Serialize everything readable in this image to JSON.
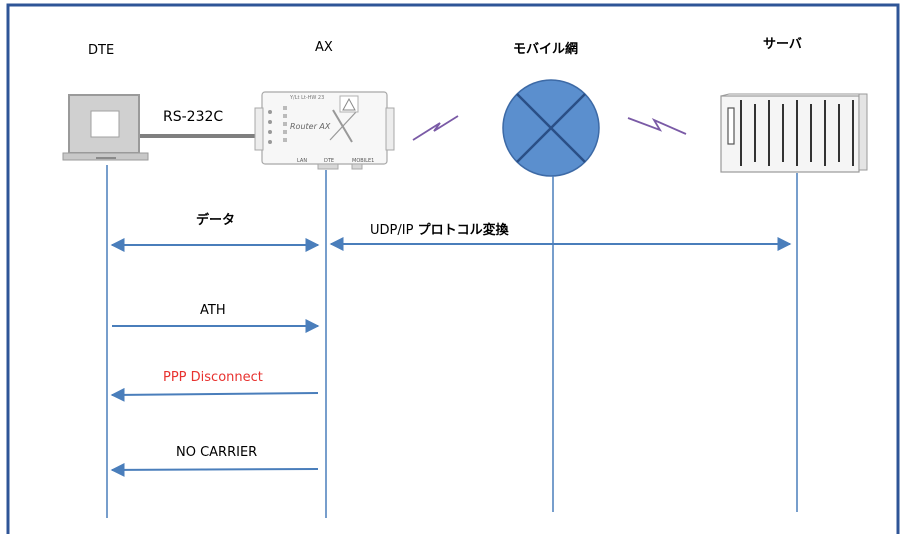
{
  "nodes": {
    "dte": "DTE",
    "ax": "AX",
    "mobile": "モバイル網",
    "server": "サーバ"
  },
  "link_label": "RS-232C",
  "device": {
    "brand": "Router AX",
    "ports": [
      "LAN",
      "DTE",
      "MOBILE1"
    ],
    "panel_text": "Y/Lt  Lt-HW  23"
  },
  "messages": {
    "data": "データ",
    "udp_prefix": "UDP/IP ",
    "udp_suffix": "プロトコル変換",
    "ath": "ATH",
    "ppp": "PPP Disconnect",
    "nocarrier": "NO CARRIER"
  },
  "colors": {
    "frame": "#2f5597",
    "arrow": "#4a7ebb",
    "network": "#5b8fce",
    "zigzag": "#7a5aa6",
    "alert": "#e8322f"
  }
}
